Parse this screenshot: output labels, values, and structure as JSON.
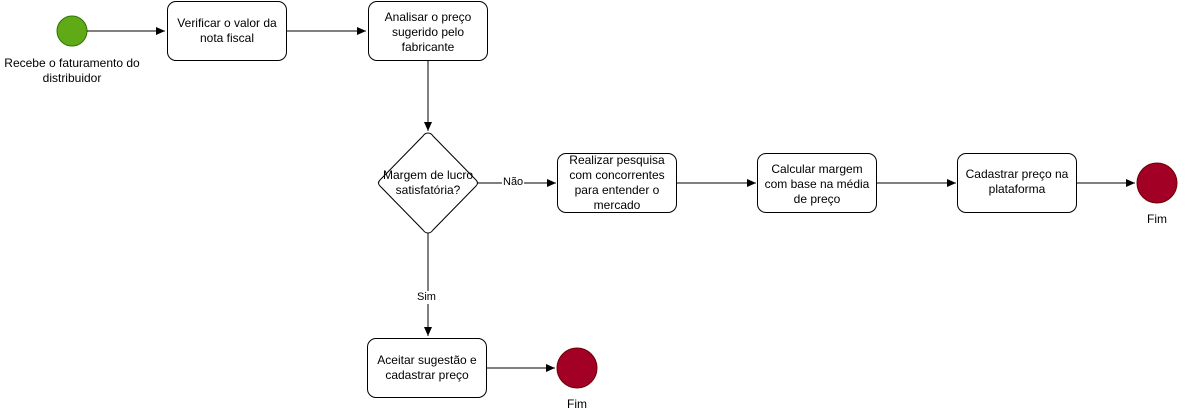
{
  "nodes": {
    "start_label": "Recebe o faturamento do distribuidor",
    "verify": "Verificar o valor da nota fiscal",
    "analyze": "Analisar o preço sugerido pelo fabricante",
    "decision": "Margem de lucro satisfatória?",
    "research": "Realizar pesquisa com concorrentes para entender o mercado",
    "calculate": "Calcular margem com base na média de preço",
    "register_platform": "Cadastrar preço na plataforma",
    "accept": "Aceitar sugestão e cadastrar preço",
    "end_right": "Fim",
    "end_bottom": "Fim"
  },
  "edges": {
    "no_label": "Não",
    "yes_label": "Sim"
  },
  "colors": {
    "start_fill": "#60a917",
    "start_stroke": "#2d7600",
    "end_fill": "#a20025",
    "end_stroke": "#6f0000"
  }
}
